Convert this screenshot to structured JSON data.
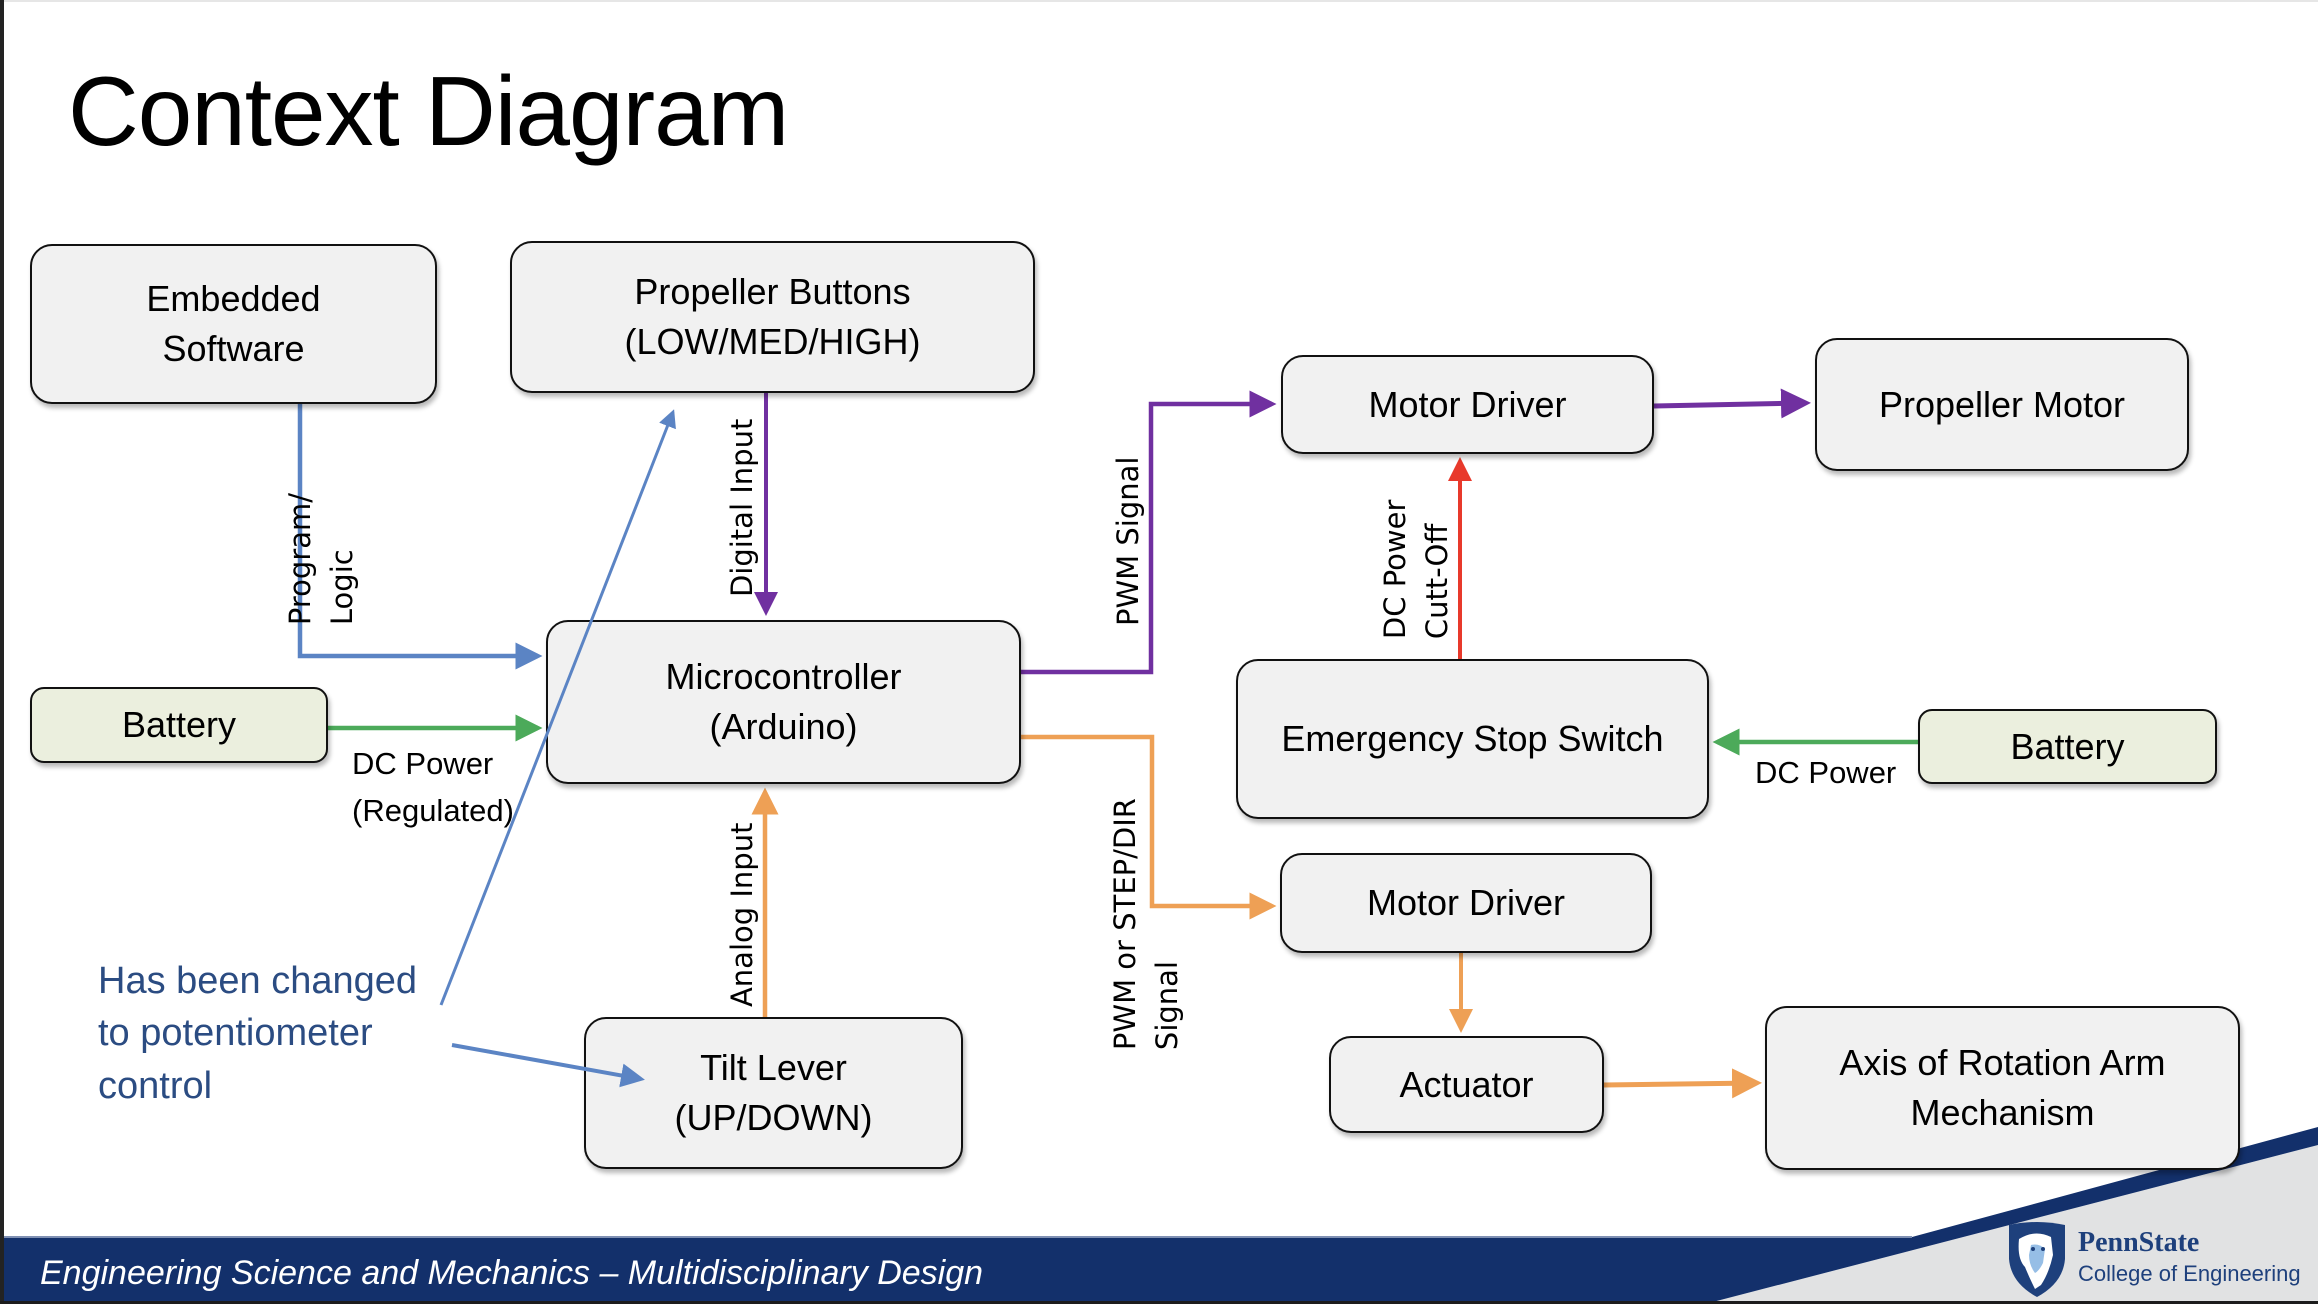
{
  "slide": {
    "title": "Context Diagram",
    "footer": "Engineering Science and Mechanics – Multidisciplinary Design",
    "logo": {
      "name": "PennState",
      "subtitle": "College of Engineering",
      "icon": "nittany-lion-shield-icon"
    }
  },
  "colors": {
    "box_fill": "#f1f1f1",
    "battery_fill": "#ebefde",
    "signal_purple": "#7030a0",
    "power_green": "#4caa5a",
    "program_blue": "#5b84c4",
    "actuation_orange": "#eea055",
    "cutoff_red": "#e8392b",
    "callout_text": "#2b4c82",
    "footer_navy": "#13306b"
  },
  "nodes": {
    "embedded_software": [
      "Embedded",
      "Software"
    ],
    "propeller_buttons": [
      "Propeller Buttons",
      "(LOW/MED/HIGH)"
    ],
    "microcontroller": [
      "Microcontroller",
      "(Arduino)"
    ],
    "battery_left": [
      "Battery"
    ],
    "tilt_lever": [
      "Tilt Lever",
      "(UP/DOWN)"
    ],
    "motor_driver_1": [
      "Motor Driver"
    ],
    "propeller_motor": [
      "Propeller Motor"
    ],
    "emergency_stop": [
      "Emergency Stop Switch"
    ],
    "battery_right": [
      "Battery"
    ],
    "motor_driver_2": [
      "Motor Driver"
    ],
    "actuator": [
      "Actuator"
    ],
    "axis_of_rotation": [
      "Axis of Rotation Arm",
      "Mechanism"
    ]
  },
  "edges": [
    {
      "from": "Embedded Software",
      "to": "Microcontroller",
      "label": [
        "Program/",
        "Logic"
      ],
      "color": "blue"
    },
    {
      "from": "Propeller Buttons",
      "to": "Microcontroller",
      "label": [
        "Digital Input"
      ],
      "color": "purple"
    },
    {
      "from": "Battery",
      "to": "Microcontroller",
      "label": [
        "DC Power",
        "(Regulated)"
      ],
      "color": "green"
    },
    {
      "from": "Tilt Lever",
      "to": "Microcontroller",
      "label": [
        "Analog Input"
      ],
      "color": "orange"
    },
    {
      "from": "Microcontroller",
      "to": "Motor Driver",
      "label": [
        "PWM Signal"
      ],
      "color": "purple"
    },
    {
      "from": "Motor Driver",
      "to": "Propeller Motor",
      "label": [],
      "color": "purple"
    },
    {
      "from": "Emergency Stop Switch",
      "to": "Motor Driver",
      "label": [
        "DC Power",
        "Cutt-Off"
      ],
      "color": "red"
    },
    {
      "from": "Battery",
      "to": "Emergency Stop Switch",
      "label": [
        "DC Power"
      ],
      "color": "green"
    },
    {
      "from": "Microcontroller",
      "to": "Motor Driver",
      "label": [
        "PWM or STEP/DIR",
        "Signal"
      ],
      "color": "orange"
    },
    {
      "from": "Motor Driver",
      "to": "Actuator",
      "label": [],
      "color": "orange"
    },
    {
      "from": "Actuator",
      "to": "Axis of Rotation Arm Mechanism",
      "label": [],
      "color": "orange"
    }
  ],
  "labels": {
    "program_logic": [
      "Program/",
      "Logic"
    ],
    "digital_input": "Digital Input",
    "dc_power_regulated": [
      "DC Power",
      "(Regulated)"
    ],
    "analog_input": "Analog Input",
    "pwm_signal": "PWM Signal",
    "dc_power_cutoff": [
      "DC Power",
      "Cutt-Off"
    ],
    "dc_power_right": "DC Power",
    "pwm_step_dir": [
      "PWM or STEP/DIR",
      "Signal"
    ]
  },
  "annotation": {
    "lines": [
      "Has been changed",
      "to potentiometer",
      "control"
    ],
    "points_to": [
      "Propeller Buttons",
      "Tilt Lever"
    ]
  }
}
